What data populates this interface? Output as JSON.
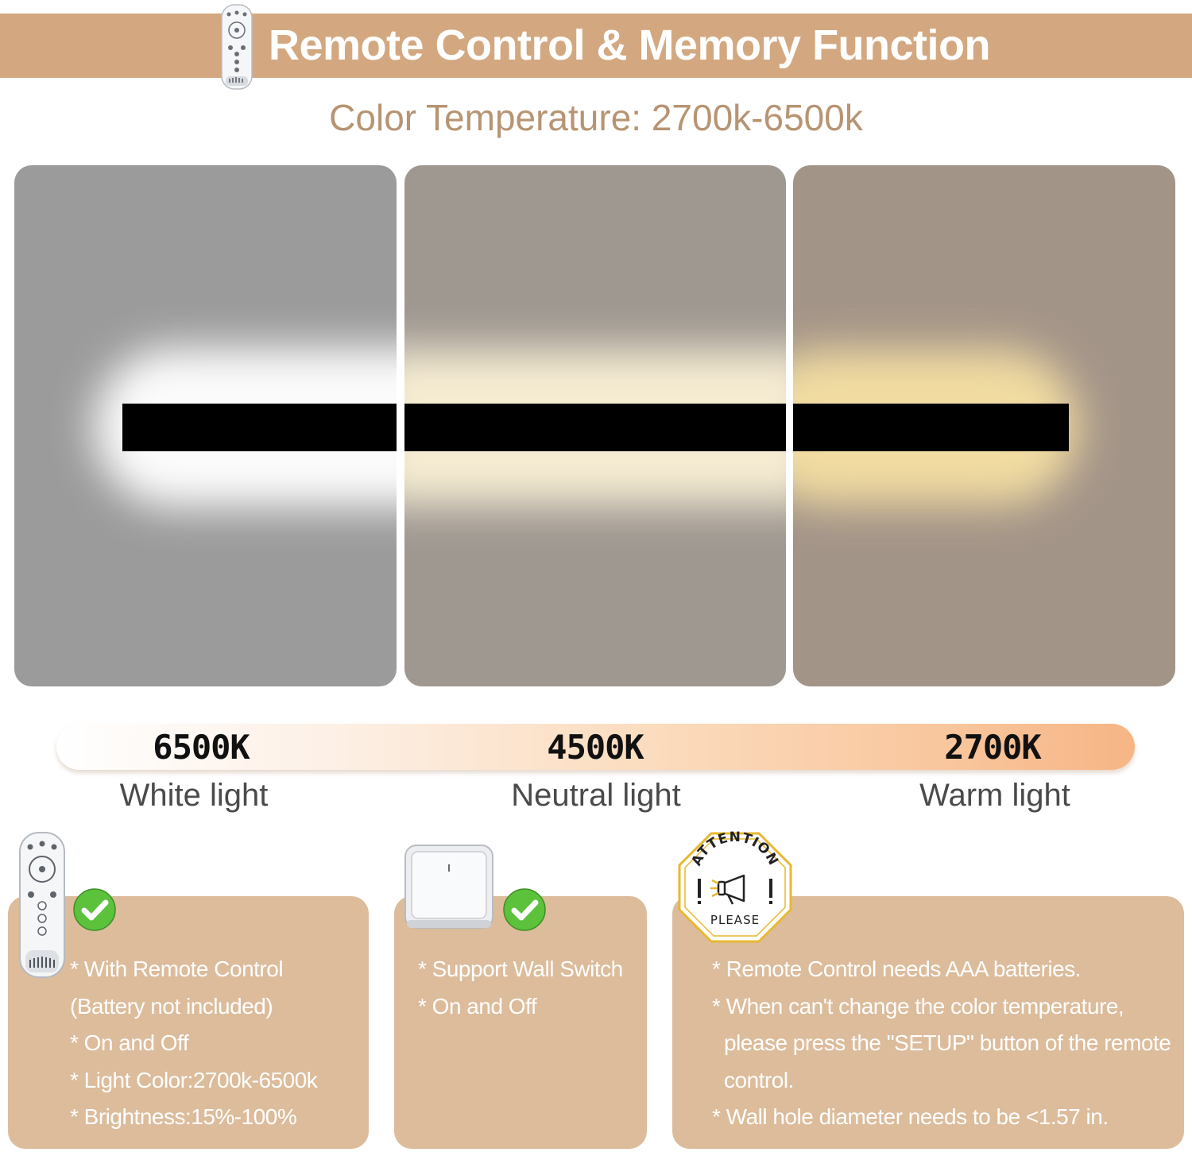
{
  "header": {
    "title": "Remote Control & Memory Function",
    "icon": "remote-control-icon",
    "band_color": "#d3a880"
  },
  "subtitle": "Color Temperature: 2700k-6500k",
  "panels": [
    {
      "name": "white",
      "bg": "#9b9b9b",
      "glow": "#ffffff"
    },
    {
      "name": "neutral",
      "bg": "#9f9891",
      "glow": "#fbf1d6"
    },
    {
      "name": "warm",
      "bg": "#a39488",
      "glow": "#f6e0a3"
    }
  ],
  "temperature_scale": [
    {
      "value": "6500K",
      "label": "White light"
    },
    {
      "value": "4500K",
      "label": "Neutral light"
    },
    {
      "value": "2700K",
      "label": "Warm light"
    }
  ],
  "cards": [
    {
      "icon": "remote-control-icon",
      "status_icon": "check-icon",
      "lines": [
        "* With Remote Control",
        "(Battery not included)",
        "* On and Off",
        "* Light Color:2700k-6500k",
        "* Brightness:15%-100%"
      ]
    },
    {
      "icon": "wall-switch-icon",
      "status_icon": "check-icon",
      "lines": [
        "* Support Wall Switch",
        "* On and Off"
      ]
    },
    {
      "icon": "attention-badge-icon",
      "badge": {
        "top_text": "ATTENTION",
        "bottom_text": "PLEASE"
      },
      "lines": [
        "* Remote Control needs AAA batteries.",
        "* When can't change the color temperature,",
        "please press the \"SETUP\" button of the remote",
        "control.",
        "* Wall hole diameter needs to be <1.57 in."
      ]
    }
  ],
  "colors": {
    "card": "#dcbc9b",
    "check": "#5cc23c",
    "badge": "#e8b830"
  }
}
